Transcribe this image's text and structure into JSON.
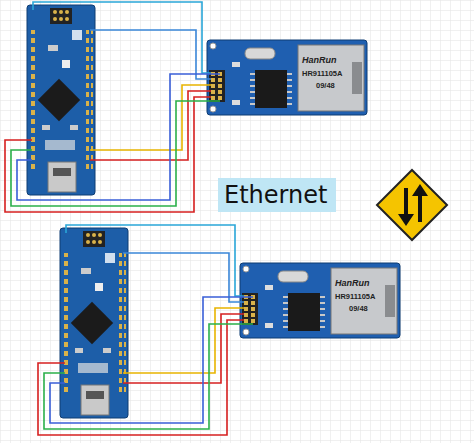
{
  "diagram": {
    "nodes": [
      {
        "text": [
          "Ethernet"
        ]
      }
    ],
    "labels": [
      "HanRun",
      "HR911105A",
      "09/48",
      "HanRun",
      "HR911105A",
      "09/48"
    ]
  }
}
